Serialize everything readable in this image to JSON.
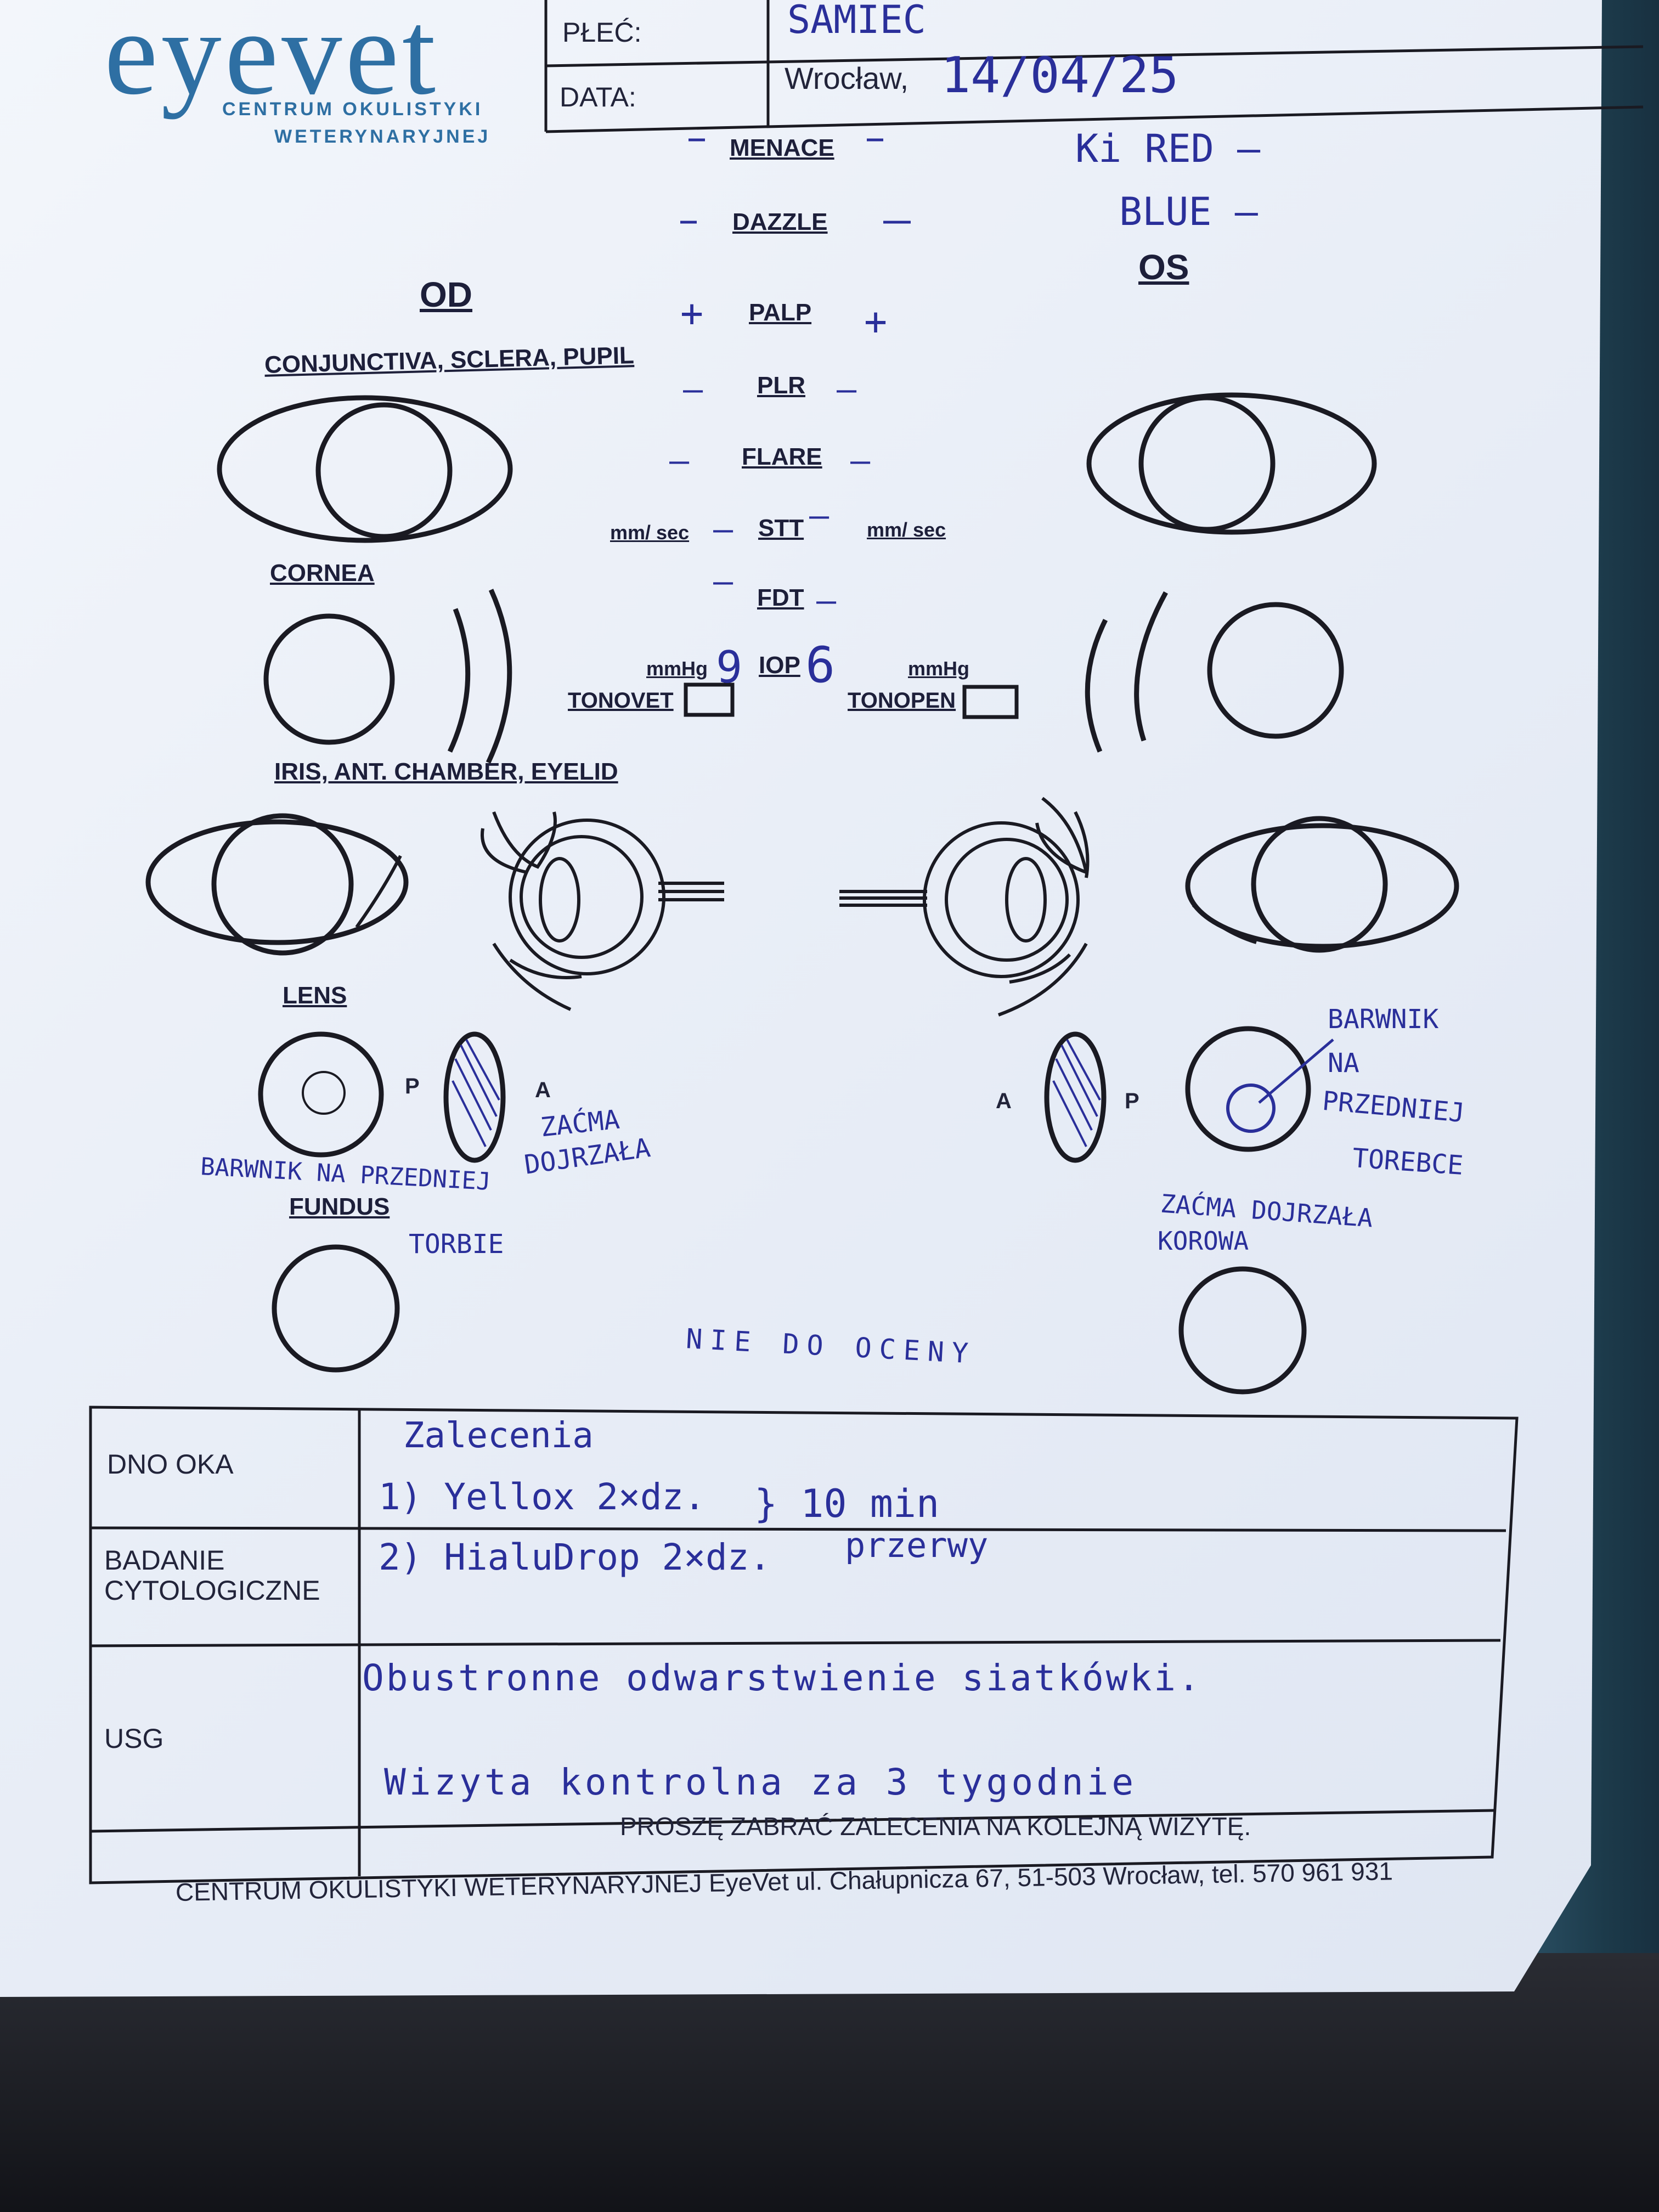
{
  "logo": {
    "name": "eyevet",
    "subtitle_1": "CENTRUM OKULISTYKI",
    "subtitle_2": "WETERYNARYJNEJ"
  },
  "header": {
    "sex_label": "PŁEĆ:",
    "sex_value": "SAMIEC",
    "date_label": "DATA:",
    "date_prefix": "Wrocław,",
    "date_value": "14/04/25"
  },
  "tests": {
    "menace": {
      "label": "MENACE",
      "od": "–",
      "os": "–"
    },
    "dazzle": {
      "label": "DAZZLE",
      "od": "–",
      "os": "–"
    },
    "palp": {
      "label": "PALP",
      "od": "+",
      "os": "+"
    },
    "plr": {
      "label": "PLR",
      "od": "–",
      "os": "–"
    },
    "flare": {
      "label": "FLARE",
      "od": "–",
      "os": "–"
    },
    "stt": {
      "label": "STT",
      "od": "–",
      "os": "–",
      "unit_left": "mm/ sec",
      "unit_right": "mm/ sec"
    },
    "fdt": {
      "label": "FDT",
      "od": "–",
      "os": "–"
    },
    "iop": {
      "label": "IOP",
      "od": "9",
      "os": "6",
      "unit_left": "mmHg",
      "unit_right": "mmHg"
    },
    "tonovet": "TONOVET",
    "tonopen": "TONOPEN",
    "red_note": "Ki RED —",
    "blue_note": "BLUE —"
  },
  "eyes": {
    "od": "OD",
    "os": "OS"
  },
  "sections": {
    "conjunctiva": "CONJUNCTIVA, SCLERA, PUPIL",
    "cornea": "CORNEA",
    "iris": "IRIS, ANT. CHAMBER, EYELID",
    "lens": "LENS",
    "fundus": "FUNDUS",
    "lens_p": "P",
    "lens_a": "A"
  },
  "notes": {
    "od_lens_1": "BARWNIK NA PRZEDNIEJ",
    "od_lens_2": "TORBIE",
    "od_lens_3": "ZAĆMA",
    "od_lens_4": "DOJRZAŁA",
    "os_lens_1": "BARWNIK",
    "os_lens_2": "NA",
    "os_lens_3": "PRZEDNIEJ",
    "os_lens_4": "TOREBCE",
    "os_lens_5": "ZAĆMA DOJRZAŁA",
    "os_lens_6": "KOROWA",
    "fundus_note": "NIE DO OCENY"
  },
  "table": {
    "row1_label": "DNO OKA",
    "row2_label_1": "BADANIE",
    "row2_label_2": "CYTOLOGICZNE",
    "row3_label": "USG",
    "recs_title": "Zalecenia",
    "rec_1": "1) Yellox 2×dz.",
    "rec_2": "2) HialuDrop 2×dz.",
    "rec_bracket": "} 10 min",
    "rec_interval": "przerwy",
    "usg_note": "Obustronne odwarstwienie siatkówki.",
    "visit_note": "Wizyta kontrolna za 3 tygodnie",
    "footer_note": "PROSZĘ ZABRAĆ ZALECENIA NA KOLEJNĄ WIZYTĘ."
  },
  "footer": "CENTRUM OKULISTYKI WETERYNARYJNEJ EyeVet ul. Chałupnicza 67, 51-503 Wrocław, tel. 570 961 931"
}
